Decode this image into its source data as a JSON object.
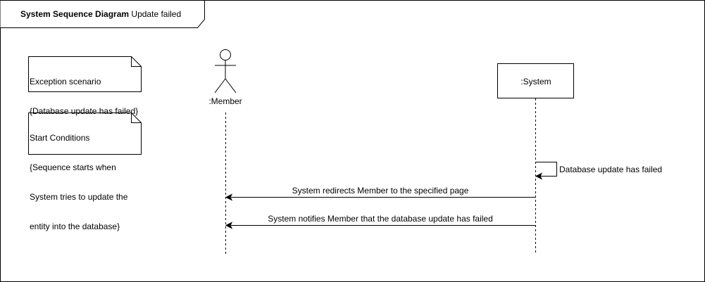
{
  "diagram": {
    "title_bold": "System Sequence Diagram",
    "title_rest": "Update failed",
    "notes": [
      {
        "line1": "Exception scenario",
        "line2": "{Database update has failed}",
        "line3": ""
      },
      {
        "line1": "Start Conditions",
        "line2": "{Sequence starts when",
        "line3": "System tries to update the",
        "line4": "entity into the database}"
      }
    ],
    "actor_label": ":Member",
    "system_label": ":System",
    "self_message": "Database update has failed",
    "messages": [
      "System redirects Member to the specified page",
      "System notifies Member that the database update has failed"
    ]
  }
}
